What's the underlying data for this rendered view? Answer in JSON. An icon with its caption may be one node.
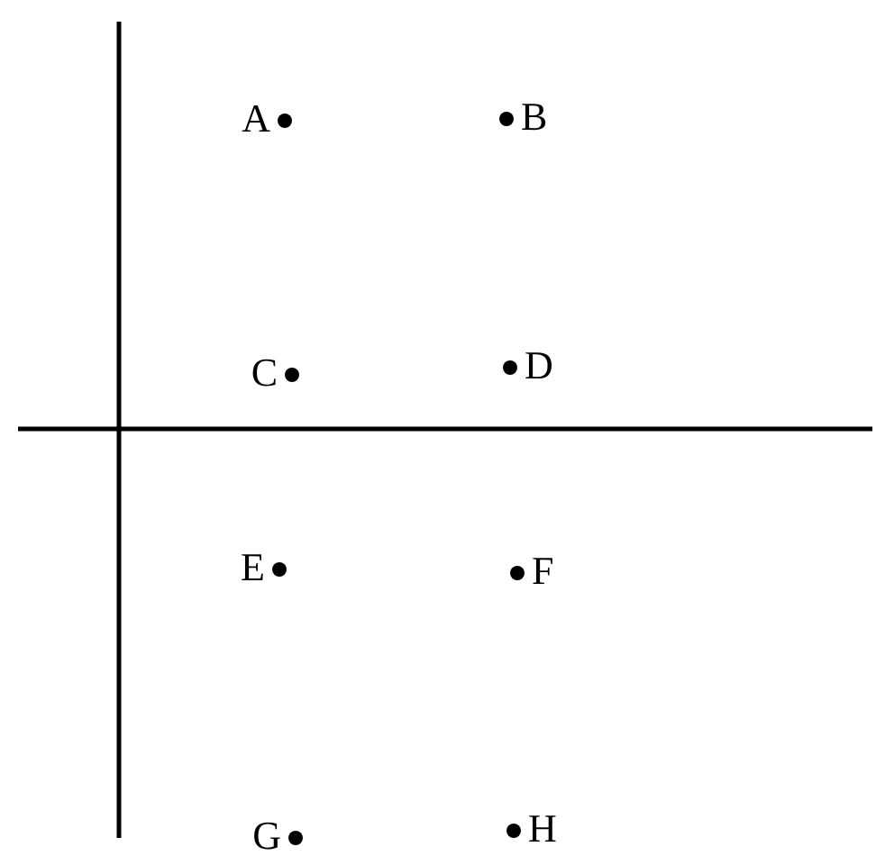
{
  "diagram": {
    "labels": [
      "A",
      "B",
      "C",
      "D",
      "E",
      "F",
      "G",
      "H"
    ]
  }
}
